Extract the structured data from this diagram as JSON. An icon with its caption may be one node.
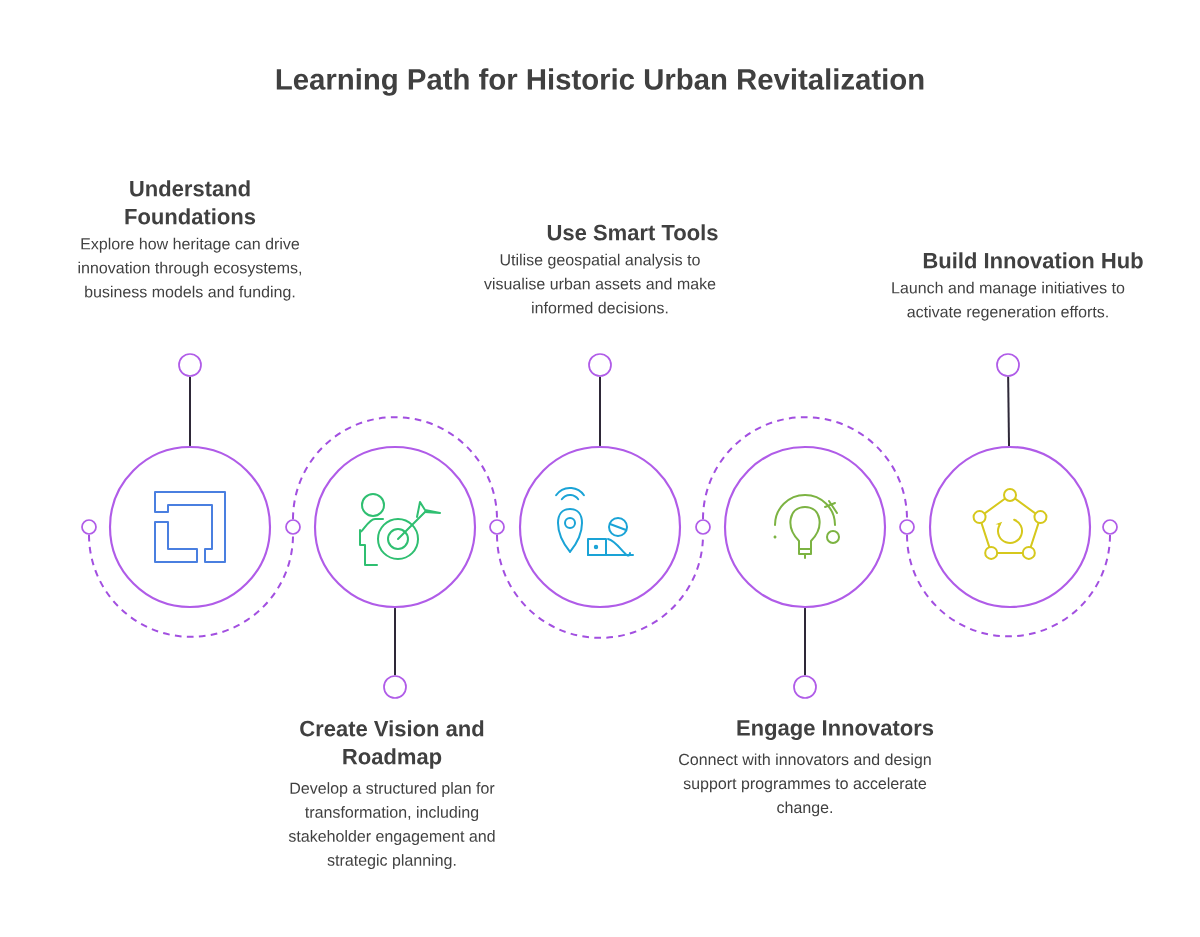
{
  "diagram": {
    "title": "Learning Path for Historic Urban Revitalization",
    "nodes": [
      {
        "text": [
          "Understand Foundations",
          "Explore how heritage can drive innovation through ecosystems, business models and funding."
        ]
      },
      {
        "text": [
          "Create Vision and Roadmap",
          "Develop a structured plan for transformation, including stakeholder engagement and strategic planning."
        ]
      },
      {
        "text": [
          "Use Smart Tools",
          "Utilise geospatial analysis to visualise urban assets and make informed decisions."
        ]
      },
      {
        "text": [
          "Engage Innovators",
          "Connect with innovators and design support programmes to accelerate change."
        ]
      },
      {
        "text": [
          "Build Innovation Hub",
          "Launch and manage initiatives to activate regeneration efforts."
        ]
      },
      {
        "text": [],
        "shape": "circle"
      },
      {
        "text": [],
        "shape": "circle"
      },
      {
        "text": [],
        "shape": "circle"
      },
      {
        "text": [],
        "shape": "circle"
      },
      {
        "text": [],
        "shape": "circle"
      },
      {
        "text": [],
        "shape": "circle"
      },
      {
        "text": [],
        "shape": "circle"
      },
      {
        "text": [],
        "shape": "circle"
      },
      {
        "text": [],
        "shape": "circle"
      },
      {
        "text": [],
        "shape": "circle"
      },
      {
        "text": [],
        "shape": "circle"
      },
      {
        "text": [],
        "shape": "circle"
      },
      {
        "text": [],
        "shape": "circle"
      },
      {
        "text": [],
        "shape": "circle"
      },
      {
        "text": [],
        "shape": "circle"
      },
      {
        "text": [],
        "shape": "circle"
      }
    ],
    "edges": [
      {
        "from": 10,
        "to": 5,
        "arrow": "none"
      },
      {
        "from": 6,
        "to": 11,
        "arrow": "none"
      },
      {
        "from": 12,
        "to": 7,
        "arrow": "none"
      },
      {
        "from": 8,
        "to": 13,
        "arrow": "none"
      },
      {
        "from": 14,
        "to": 9,
        "arrow": "none"
      },
      {
        "from": 15,
        "to": 16,
        "arrow": "none",
        "style": "dashed",
        "color": "#a24fe0"
      },
      {
        "from": 16,
        "to": 17,
        "arrow": "none",
        "style": "dashed",
        "color": "#a24fe0"
      },
      {
        "from": 17,
        "to": 18,
        "arrow": "none",
        "style": "dashed",
        "color": "#a24fe0"
      },
      {
        "from": 18,
        "to": 19,
        "arrow": "none",
        "style": "dashed",
        "color": "#a24fe0"
      },
      {
        "from": 19,
        "to": 20,
        "arrow": "none",
        "style": "dashed",
        "color": "#a24fe0"
      }
    ]
  }
}
